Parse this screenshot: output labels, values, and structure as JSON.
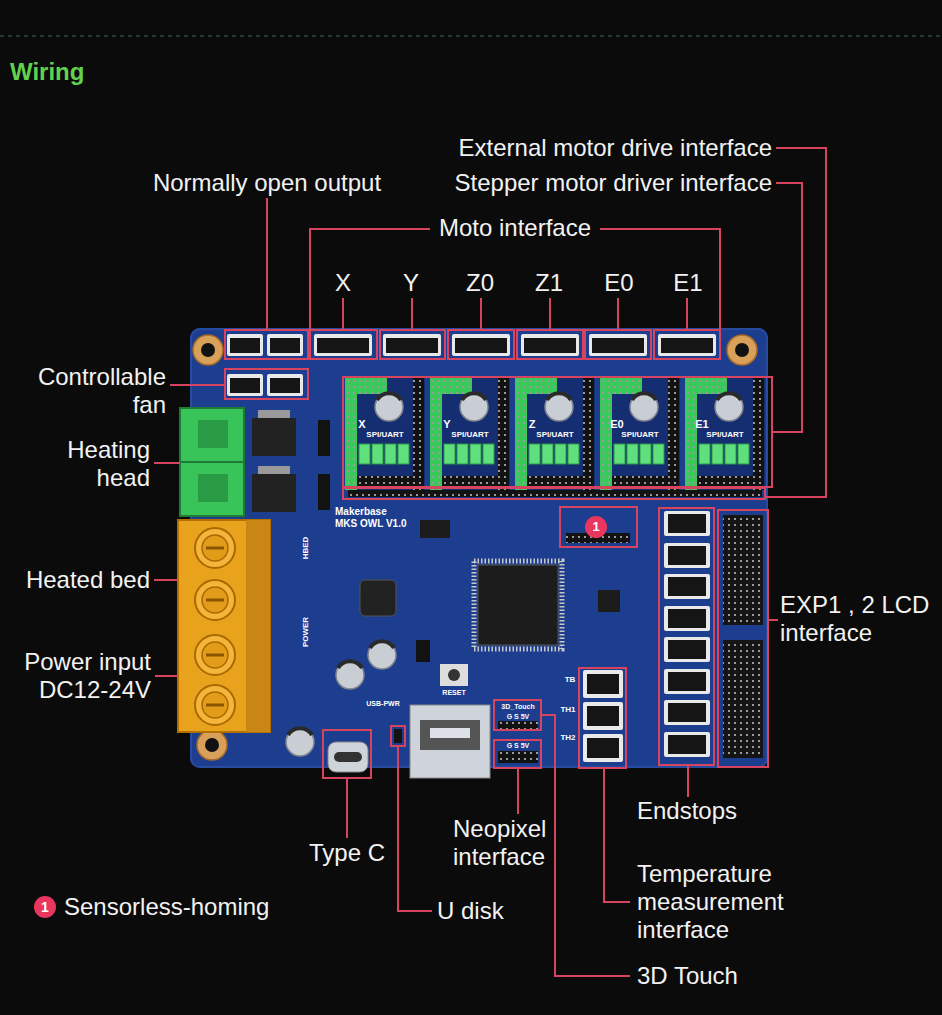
{
  "diagram": {
    "title": "Wiring",
    "nodes": [
      {
        "text": [
          "Makerbase",
          "MKS OWL V1.0"
        ]
      },
      {
        "text": [
          "SPI/UART"
        ],
        "in": 0
      },
      {
        "text": [
          "SPI/UART"
        ],
        "in": 0
      },
      {
        "text": [
          "SPI/UART"
        ],
        "in": 0
      },
      {
        "text": [
          "SPI/UART"
        ],
        "in": 0
      },
      {
        "text": [
          "SPI/UART"
        ],
        "in": 0
      }
    ],
    "labels": [
      "Normally open output",
      "External motor drive interface",
      "Stepper motor driver interface",
      "Moto interface",
      "X",
      "Y",
      "Z0",
      "Z1",
      "E0",
      "E1",
      "Controllable fan",
      "Heating head",
      "X",
      "Y",
      "Z",
      "E0",
      "E1",
      "1",
      "EXP1 , 2 LCD interface",
      "HBED",
      "Heated bed",
      "POWER",
      "Power input DC12-24V",
      "TB",
      "RESET",
      "USB-PWR",
      "3D_Touch",
      "G S 5V",
      "TH1",
      "TH2",
      "G S 5V",
      "Endstops",
      "Type C",
      "Neopixel interface",
      "Temperature measurement interface",
      "1",
      "U disk",
      "3D Touch"
    ],
    "legend": [
      {
        "text": "Sensorless-homing",
        "color": "#e8365f"
      }
    ]
  }
}
